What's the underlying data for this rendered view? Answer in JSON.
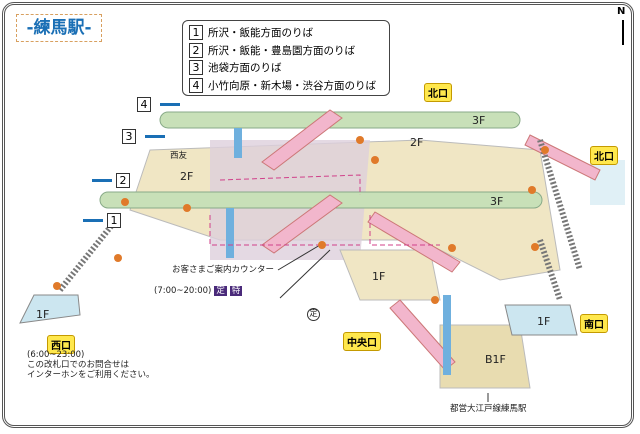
{
  "title": "-練馬駅-",
  "legend": [
    {
      "num": "1",
      "label": "所沢・飯能方面のりば"
    },
    {
      "num": "2",
      "label": "所沢・飯能・豊島園方面のりば"
    },
    {
      "num": "3",
      "label": "池袋方面のりば"
    },
    {
      "num": "4",
      "label": "小竹向原・新木場・渋谷方面のりば"
    }
  ],
  "floors": {
    "f3a": "3F",
    "f3b": "3F",
    "f2a": "2F",
    "f2b": "2F",
    "f1w": "1F",
    "f1c": "1F",
    "f1s": "1F",
    "b1": "B1F"
  },
  "exits": {
    "north1": "北口",
    "north2": "北口",
    "west": "西口",
    "south": "南口",
    "central": "中央口"
  },
  "seiyu": "西友",
  "info_counter": "お客さまご案内カウンター",
  "counter_hours": "(7:00~20:00)",
  "counter_icons": [
    "定",
    "特"
  ],
  "teiki": "定",
  "west_hours": "(6:00~23:00)",
  "west_note1": "この改札口でのお問合せは",
  "west_note2": "インターホンをご利用ください。",
  "oedo": "都営大江戸線練馬駅",
  "compass": "N",
  "colors": {
    "platform": "#c8e0b8",
    "concourse": "#f0e6c4",
    "b1": "#e8dcb0",
    "ground": "#cce6f0",
    "escalator": "#f2b6cc",
    "elevator": "#6fb0de",
    "dot": "#e07a2a"
  }
}
